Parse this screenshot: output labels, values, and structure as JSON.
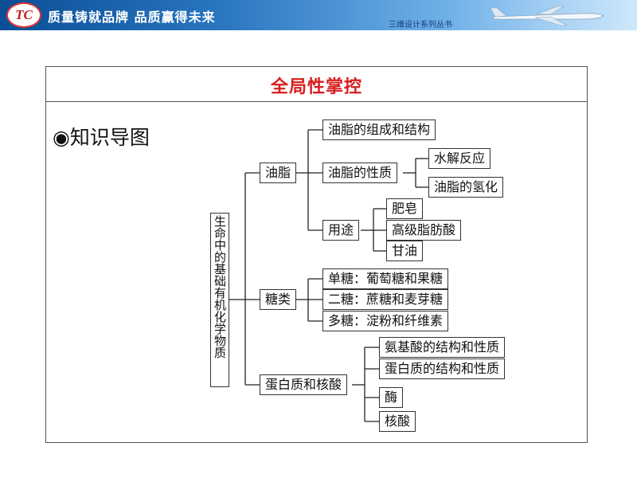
{
  "header": {
    "logo_text": "TC",
    "slogan": "质量铸就品牌 品质赢得未来",
    "series": "三维设计系列丛书",
    "plane_icon": "airplane-icon"
  },
  "panel": {
    "title": "全局性掌控",
    "section_heading": "◉知识导图"
  },
  "diagram": {
    "root": "生命中的基础有机化学物质",
    "l1": [
      "油脂",
      "糖类",
      "蛋白质和核酸"
    ],
    "fat": {
      "composition": "油脂的组成和结构",
      "properties": "油脂的性质",
      "hydrolysis": "水解反应",
      "hydrogenation": "油脂的氢化",
      "uses": "用途",
      "soap": "肥皂",
      "fatty_acid": "高级脂肪酸",
      "glycerol": "甘油"
    },
    "sugar": {
      "mono": "单糖：葡萄糖和果糖",
      "di": "二糖：蔗糖和麦芽糖",
      "poly": "多糖：淀粉和纤维素"
    },
    "protein": {
      "amino": "氨基酸的结构和性质",
      "protein": "蛋白质的结构和性质",
      "enzyme": "酶",
      "nucleic": "核酸"
    }
  }
}
